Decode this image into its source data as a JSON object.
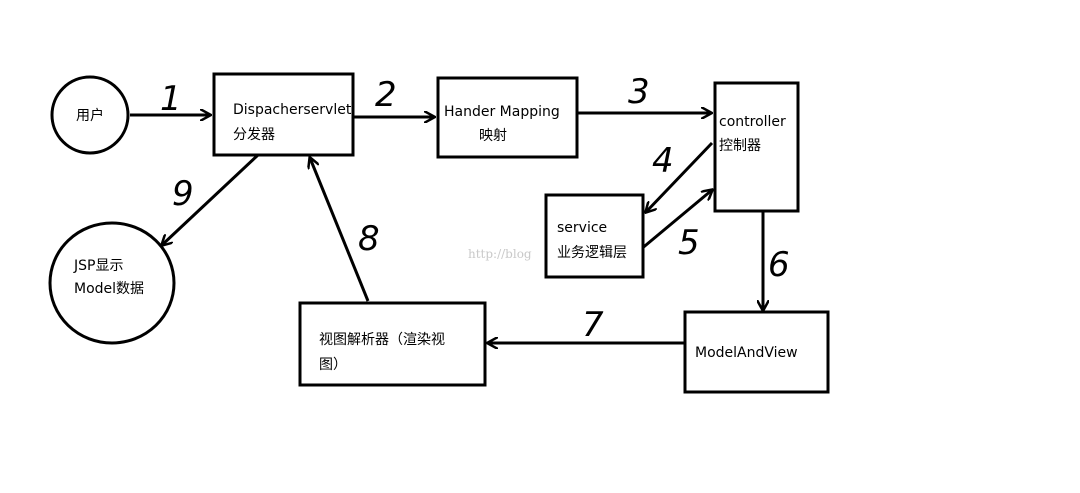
{
  "nodes": {
    "user": {
      "text": "用户"
    },
    "dispatcher": {
      "line1": "Dispacherservlet",
      "line2": "分发器"
    },
    "handler_mapping": {
      "line1": "Hander Mapping",
      "line2": "映射"
    },
    "controller": {
      "line1": "controller",
      "line2": "控制器"
    },
    "service": {
      "line1": "service",
      "line2": "业务逻辑层"
    },
    "model_and_view": {
      "text": "ModelAndView"
    },
    "view_resolver": {
      "line1": "视图解析器（渲染视",
      "line2": "图）"
    },
    "jsp": {
      "line1": "JSP显示",
      "line2": "Model数据"
    }
  },
  "steps": [
    "1",
    "2",
    "3",
    "4",
    "5",
    "6",
    "7",
    "8",
    "9"
  ],
  "watermark": "http://blog"
}
